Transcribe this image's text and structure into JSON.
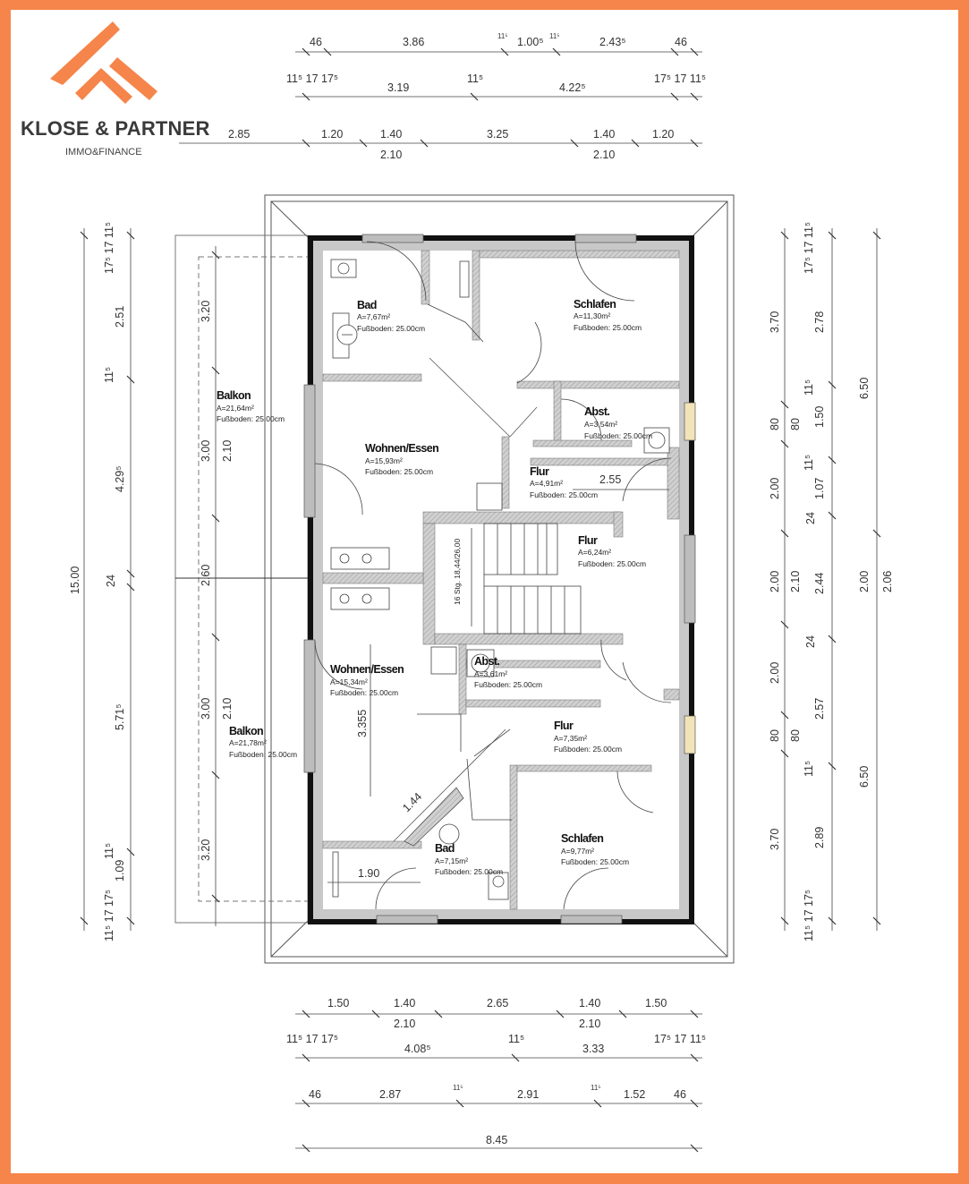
{
  "brand": {
    "name": "KLOSE & PARTNER",
    "tagline": "IMMO&FINANCE",
    "accent_color": "#f5854a",
    "text_color": "#3a3a3a"
  },
  "rooms": [
    {
      "name": "Bad",
      "area": "A=7,67m²",
      "floor": "Fußboden:  25.00cm"
    },
    {
      "name": "Schlafen",
      "area": "A=11,30m²",
      "floor": "Fußboden:  25.00cm"
    },
    {
      "name": "Abst.",
      "area": "A=3,54m²",
      "floor": "Fußboden:  25.00cm"
    },
    {
      "name": "Balkon",
      "area": "A=21,64m²",
      "floor": "Fußboden:  25.00cm"
    },
    {
      "name": "Wohnen/Essen",
      "area": "A=15,93m²",
      "floor": "Fußboden:  25.00cm"
    },
    {
      "name": "Flur",
      "area": "A=4,91m²",
      "floor": "Fußboden:  25.00cm"
    },
    {
      "name": "Flur",
      "area": "A=6,24m²",
      "floor": "Fußboden:  25.00cm"
    },
    {
      "name": "Wohnen/Essen",
      "area": "A=15,34m²",
      "floor": "Fußboden:  25.00cm"
    },
    {
      "name": "Abst.",
      "area": "A=3,61m²",
      "floor": "Fußboden:  25.00cm"
    },
    {
      "name": "Flur",
      "area": "A=7,35m²",
      "floor": "Fußboden:  25.00cm"
    },
    {
      "name": "Balkon",
      "area": "A=21,78m²",
      "floor": "Fußboden:  25.00cm"
    },
    {
      "name": "Bad",
      "area": "A=7,15m²",
      "floor": "Fußboden:  25.00cm"
    },
    {
      "name": "Schlafen",
      "area": "A=9,77m²",
      "floor": "Fußboden:  25.00cm"
    }
  ],
  "stair_note": "16 Stg. 18,44/26,00",
  "inner_dims": [
    "2.55",
    "3.355",
    "1.44",
    "1.90"
  ],
  "top_dims": [
    "46",
    "3.86",
    "11⁵",
    "1.00⁵",
    "11⁵",
    "2.43⁵",
    "46",
    "11⁵ 17 17⁵",
    "3.19",
    "11⁵",
    "4.22⁵",
    "17⁵ 17 11⁵",
    "2.85",
    "1.20",
    "1.40",
    "3.25",
    "1.40",
    "1.20",
    "2.10",
    "2.10"
  ],
  "bottom_dims": [
    "1.50",
    "1.40",
    "2.65",
    "1.40",
    "1.50",
    "2.10",
    "2.10",
    "11⁵ 17 17⁵",
    "4.08⁵",
    "11⁵",
    "3.33",
    "17⁵ 17 11⁵",
    "46",
    "2.87",
    "11⁵",
    "2.91",
    "11⁵",
    "1.52",
    "46",
    "8.45"
  ],
  "left_dims": [
    "17⁵ 17 11⁵",
    "2.51",
    "11⁵",
    "4.29⁵",
    "24",
    "5.71⁵",
    "11⁵",
    "1.09",
    "11⁵ 17 17⁵",
    "15.00",
    "3.20",
    "3.00",
    "2.60",
    "3.00",
    "3.20",
    "2.10",
    "2.10"
  ],
  "right_dims": [
    "3.70",
    "80",
    "2.00",
    "2.00",
    "2.00",
    "80",
    "3.70",
    "80",
    "2.10",
    "80",
    "17⁵ 17 11⁵",
    "2.78",
    "11⁵",
    "1.50",
    "11⁵",
    "1.07",
    "24",
    "2.44",
    "24",
    "2.57",
    "11⁵",
    "2.89",
    "11⁵ 17 17⁵",
    "6.50",
    "2.00",
    "6.50",
    "2.06"
  ]
}
